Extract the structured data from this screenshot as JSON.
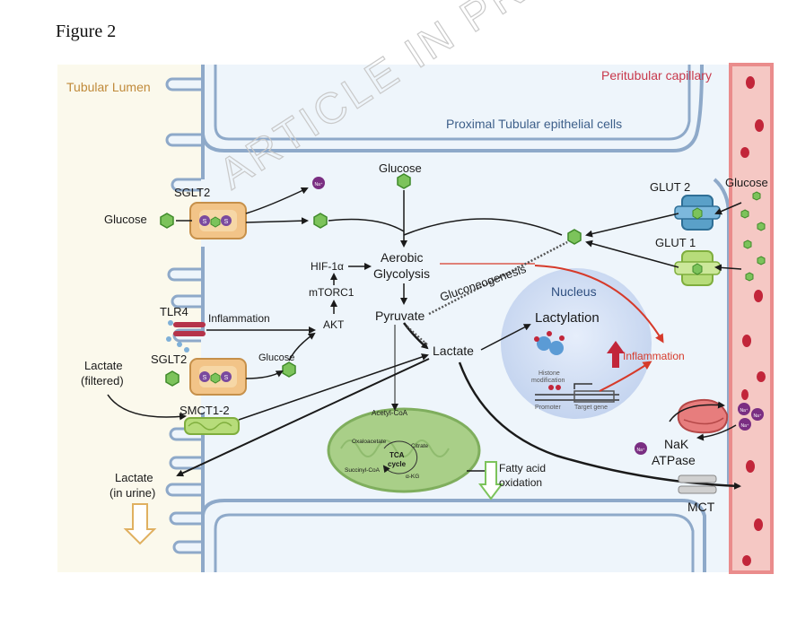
{
  "figure_label": "Figure 2",
  "watermark": "ARTICLE IN PRESS",
  "regions": {
    "lumen": "Tubular Lumen",
    "capillary": "Peritubular capillary",
    "cells": "Proximal Tubular epithelial cells",
    "nucleus": "Nucleus"
  },
  "transporters": {
    "sglt2_top": "SGLT2",
    "sglt2_bottom": "SGLT2",
    "glut2": "GLUT 2",
    "glut1": "GLUT 1",
    "tlr4": "TLR4",
    "smct": "SMCT1-2",
    "nak": "NaK",
    "atpase": "ATPase",
    "mct": "MCT"
  },
  "labels": {
    "glucose_lumen": "Glucose",
    "glucose_top": "Glucose",
    "glucose_capillary": "Glucose",
    "glucose_mid": "Glucose",
    "aerobic": "Aerobic",
    "glycolysis": "Glycolysis",
    "hif": "HIF-1α",
    "mtorc": "mTORC1",
    "akt": "AKT",
    "inflammation_left": "Inflammation",
    "pyruvate": "Pyruvate",
    "lactate_center": "Lactate",
    "gluconeogenesis": "Gluconeogenesis",
    "lactylation": "Lactylation",
    "inflammation_right": "Inflammation",
    "histone1": "Histone",
    "histone2": "modification",
    "promoter": "Promoter",
    "target_gene": "Target gene",
    "lactate_filtered1": "Lactate",
    "lactate_filtered2": "(filtered)",
    "lactate_urine1": "Lactate",
    "lactate_urine2": "(in urine)",
    "acetyl": "Acetyl-CoA",
    "oxaloacetate": "Oxaloacetate",
    "citrate": "Citrate",
    "tca1": "TCA",
    "tca2": "cycle",
    "succinyl": "Succinyl-CoA",
    "akg": "α-KG",
    "fatty1": "Fatty acid",
    "fatty2": "oxidation",
    "na": "Na⁺",
    "sodium_s": "S"
  },
  "colors": {
    "lumen_bg": "#fbf9ec",
    "cell_bg": "#eef5fb",
    "membrane": "#8ea9c9",
    "capillary": "#ea8c8c",
    "rbc": "#c2263a",
    "lumen_text": "#c08a3a",
    "capillary_text": "#c8384b",
    "cells_text": "#3d5f8a",
    "glucose": "#7cc35b",
    "arrow_red": "#d63a2a",
    "mito": "#a9cf88",
    "nucleus": "#cfdcf2"
  }
}
